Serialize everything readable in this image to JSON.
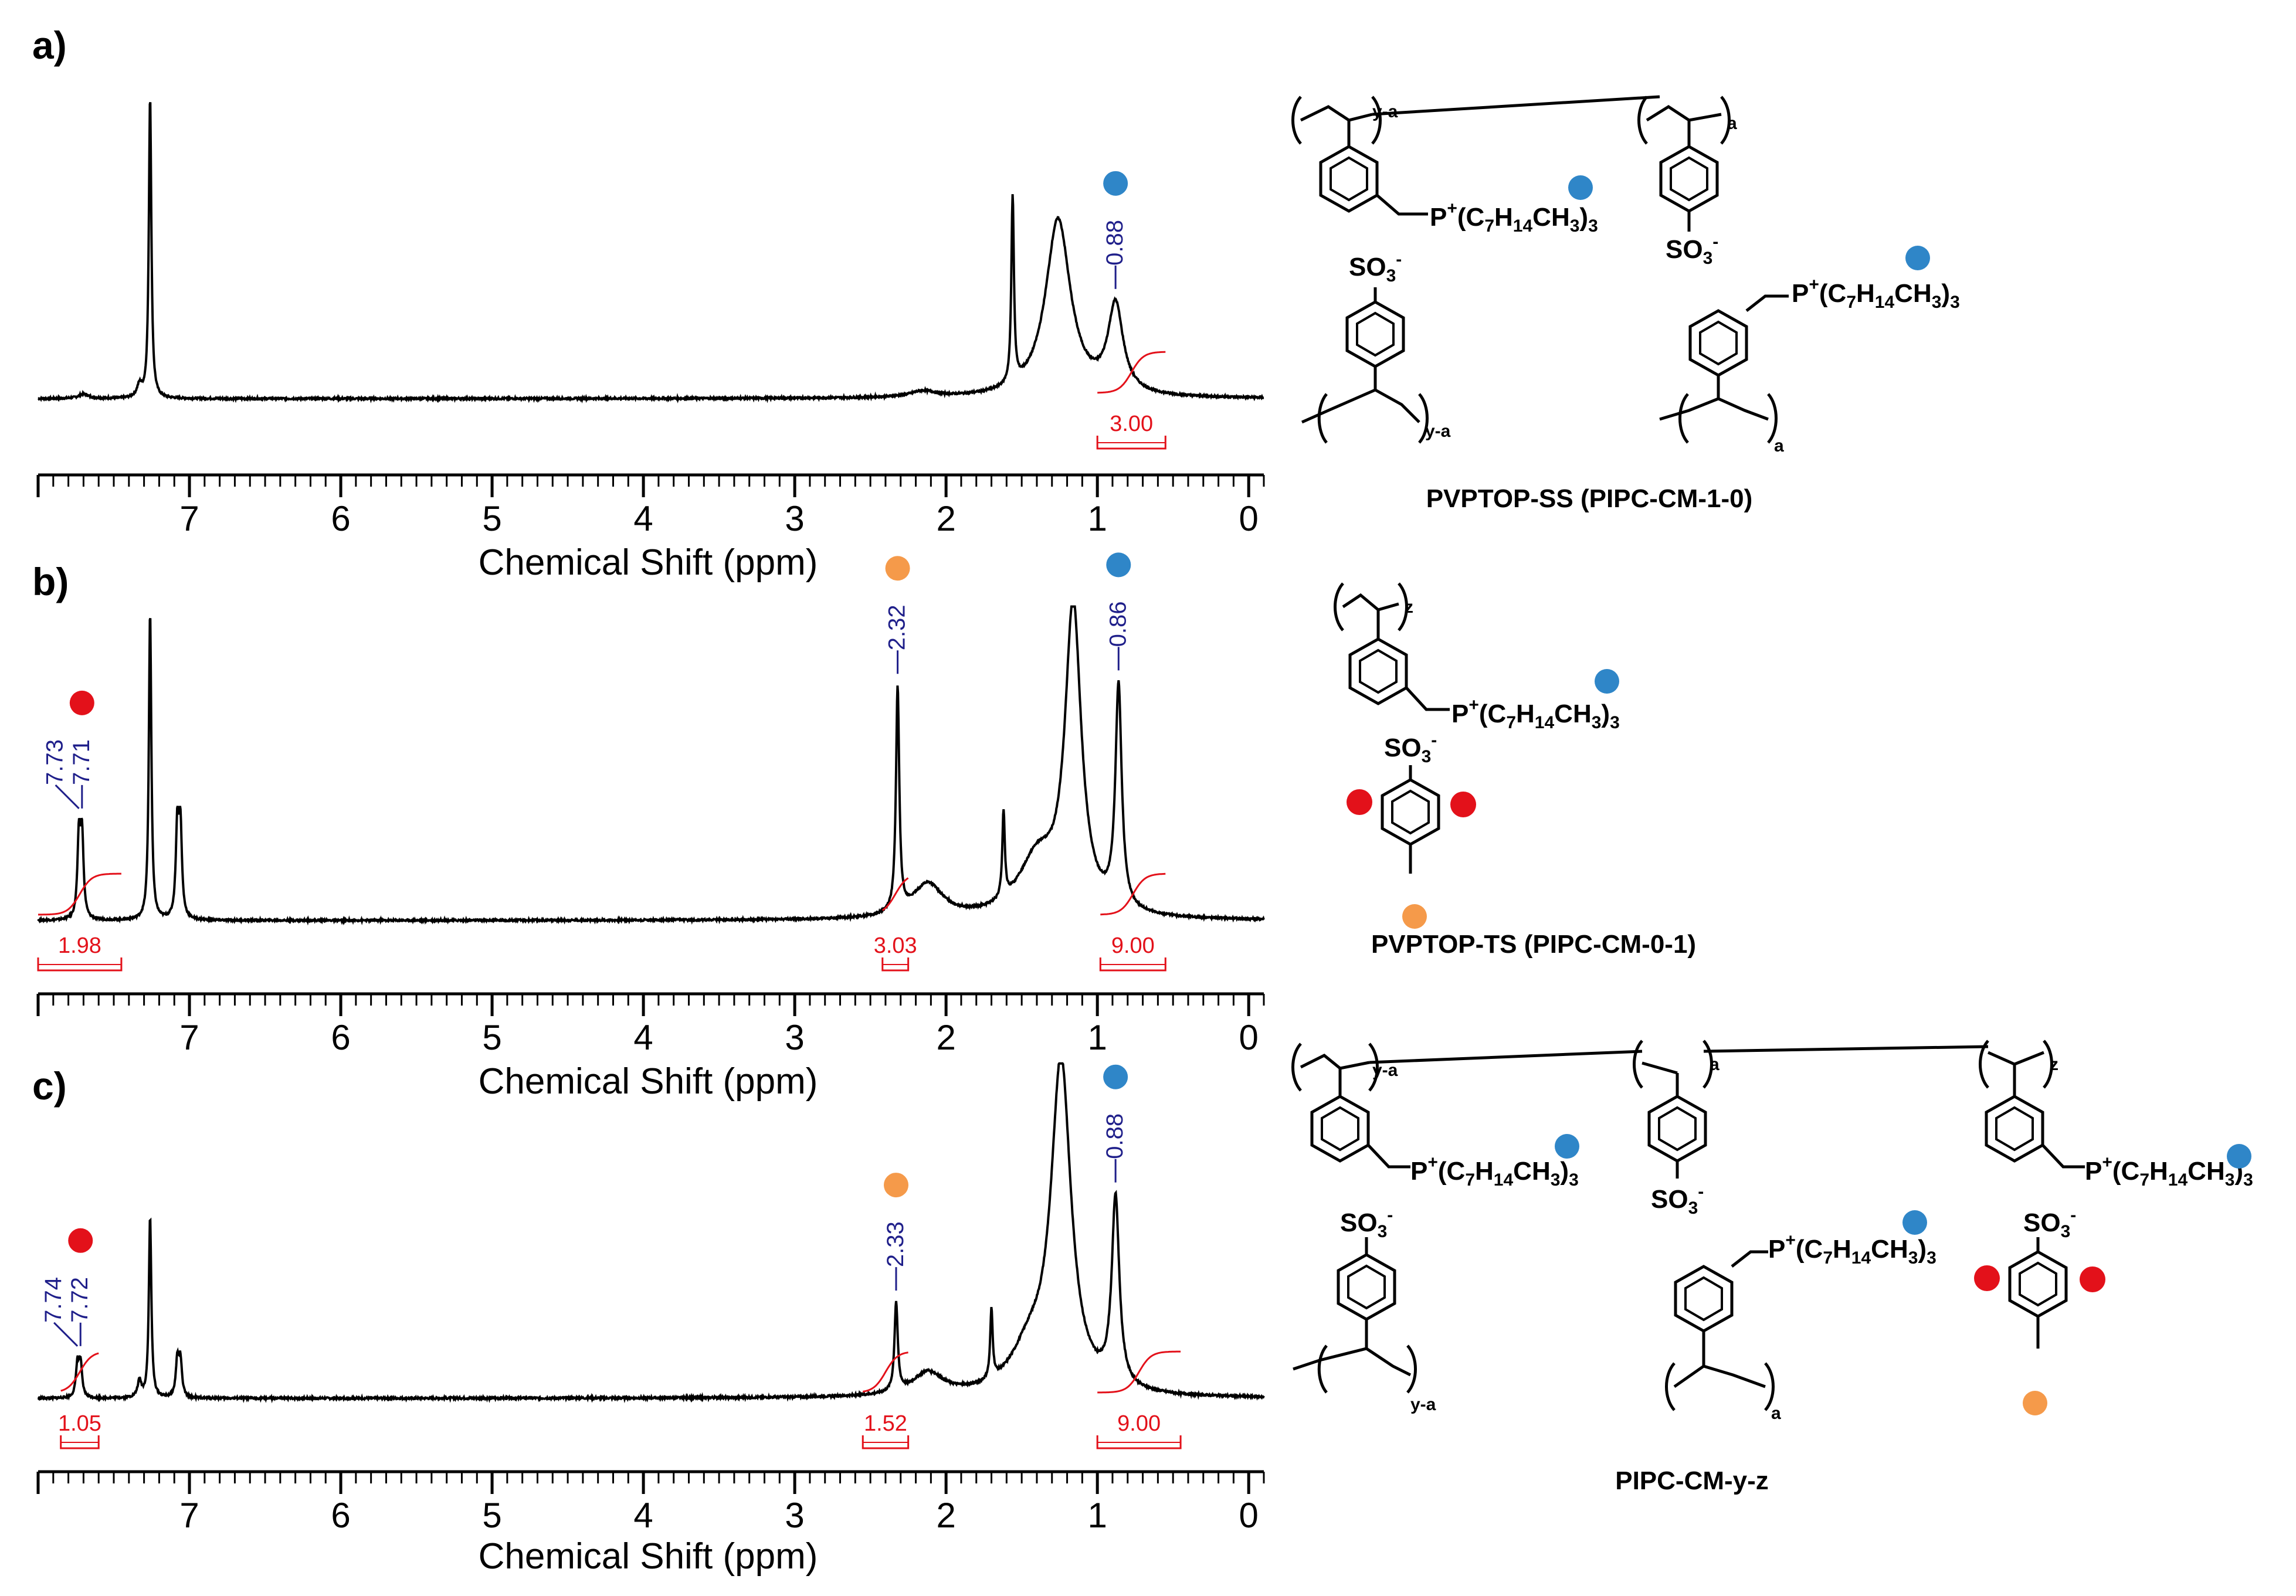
{
  "colors": {
    "spectrum": "#000000",
    "peak_label": "#1f1f8a",
    "integral": "#e3111a",
    "dot_blue": "#2f86c8",
    "dot_orange": "#f59a4a",
    "dot_red": "#e3111a"
  },
  "chart_data": [
    {
      "type": "line",
      "panel_label": "a)",
      "xlabel": "Chemical Shift (ppm)",
      "xlim": [
        8.0,
        -0.1
      ],
      "x_reversed": true,
      "x_ticks": [
        7,
        6,
        5,
        4,
        3,
        2,
        1,
        0
      ],
      "peaks": [
        {
          "shift": 7.26,
          "height": 1.0,
          "width": 0.01
        },
        {
          "shift": 7.33,
          "height": 0.04,
          "width": 0.02
        },
        {
          "shift": 7.7,
          "height": 0.015,
          "width": 0.04
        },
        {
          "shift": 1.56,
          "height": 0.62,
          "width": 0.01
        },
        {
          "shift": 1.26,
          "height": 0.59,
          "width": 0.1
        },
        {
          "shift": 0.88,
          "height": 0.29,
          "width": 0.06
        },
        {
          "shift": 2.15,
          "height": 0.02,
          "width": 0.1
        }
      ],
      "peak_labels": [
        {
          "shift": 0.88,
          "text": "0.88",
          "marker": "blue"
        }
      ],
      "integrals": [
        {
          "from": 1.0,
          "to": 0.55,
          "value": "3.00"
        }
      ],
      "structure_label": "PVPTOP-SS (PIPC-CM-1-0)"
    },
    {
      "type": "line",
      "panel_label": "b)",
      "xlabel": "Chemical Shift (ppm)",
      "xlim": [
        8.0,
        -0.1
      ],
      "x_reversed": true,
      "x_ticks": [
        7,
        6,
        5,
        4,
        3,
        2,
        1,
        0
      ],
      "peaks": [
        {
          "shift": 7.73,
          "height": 0.26,
          "width": 0.012
        },
        {
          "shift": 7.71,
          "height": 0.26,
          "width": 0.012
        },
        {
          "shift": 7.26,
          "height": 1.0,
          "width": 0.01
        },
        {
          "shift": 7.08,
          "height": 0.29,
          "width": 0.012
        },
        {
          "shift": 7.06,
          "height": 0.29,
          "width": 0.012
        },
        {
          "shift": 2.32,
          "height": 0.73,
          "width": 0.013
        },
        {
          "shift": 2.12,
          "height": 0.11,
          "width": 0.12
        },
        {
          "shift": 1.62,
          "height": 0.28,
          "width": 0.01
        },
        {
          "shift": 1.4,
          "height": 0.18,
          "width": 0.15
        },
        {
          "shift": 1.16,
          "height": 0.99,
          "width": 0.065
        },
        {
          "shift": 0.86,
          "height": 0.72,
          "width": 0.025
        }
      ],
      "peak_labels": [
        {
          "shift": 7.73,
          "text": "7.73"
        },
        {
          "shift": 7.71,
          "text": "7.71",
          "marker": "red"
        },
        {
          "shift": 2.32,
          "text": "2.32",
          "marker": "orange"
        },
        {
          "shift": 0.86,
          "text": "0.86",
          "marker": "blue"
        }
      ],
      "integrals": [
        {
          "from": 8.0,
          "to": 7.45,
          "value": "1.98"
        },
        {
          "from": 2.42,
          "to": 2.25,
          "value": "3.03"
        },
        {
          "from": 0.98,
          "to": 0.55,
          "value": "9.00"
        }
      ],
      "structure_label": "PVPTOP-TS (PIPC-CM-0-1)"
    },
    {
      "type": "line",
      "panel_label": "c)",
      "xlabel": "Chemical Shift (ppm)",
      "xlim": [
        8.0,
        -0.1
      ],
      "x_reversed": true,
      "x_ticks": [
        7,
        6,
        5,
        4,
        3,
        2,
        1,
        0
      ],
      "peaks": [
        {
          "shift": 7.74,
          "height": 0.1,
          "width": 0.012
        },
        {
          "shift": 7.72,
          "height": 0.1,
          "width": 0.012
        },
        {
          "shift": 7.33,
          "height": 0.05,
          "width": 0.015
        },
        {
          "shift": 7.26,
          "height": 0.55,
          "width": 0.01
        },
        {
          "shift": 7.08,
          "height": 0.11,
          "width": 0.012
        },
        {
          "shift": 7.06,
          "height": 0.11,
          "width": 0.012
        },
        {
          "shift": 2.33,
          "height": 0.27,
          "width": 0.013
        },
        {
          "shift": 2.12,
          "height": 0.07,
          "width": 0.12
        },
        {
          "shift": 1.7,
          "height": 0.21,
          "width": 0.01
        },
        {
          "shift": 1.45,
          "height": 0.12,
          "width": 0.15
        },
        {
          "shift": 1.24,
          "height": 1.0,
          "width": 0.08
        },
        {
          "shift": 0.88,
          "height": 0.57,
          "width": 0.03
        }
      ],
      "peak_labels": [
        {
          "shift": 7.74,
          "text": "7.74"
        },
        {
          "shift": 7.72,
          "text": "7.72",
          "marker": "red"
        },
        {
          "shift": 2.33,
          "text": "2.33",
          "marker": "orange"
        },
        {
          "shift": 0.88,
          "text": "0.88",
          "marker": "blue"
        }
      ],
      "integrals": [
        {
          "from": 7.85,
          "to": 7.6,
          "value": "1.05"
        },
        {
          "from": 2.55,
          "to": 2.25,
          "value": "1.52"
        },
        {
          "from": 1.0,
          "to": 0.45,
          "value": "9.00"
        }
      ],
      "structure_label": "PIPC-CM-y-z"
    }
  ],
  "structures": {
    "phosphonium": "P",
    "phosphonium_charge": "+",
    "phosphonium_chain": "(C",
    "chain_sub1": "7",
    "chain_mid": "H",
    "chain_sub2": "14",
    "chain_end": "CH",
    "chain_sub3": "3",
    "chain_close": ")",
    "chain_sub4": "3",
    "sulfonate": "SO",
    "sulfonate_sub": "3",
    "sulfonate_charge": "-",
    "sub_y_a": "y-a",
    "sub_a": "a",
    "sub_z": "z"
  }
}
